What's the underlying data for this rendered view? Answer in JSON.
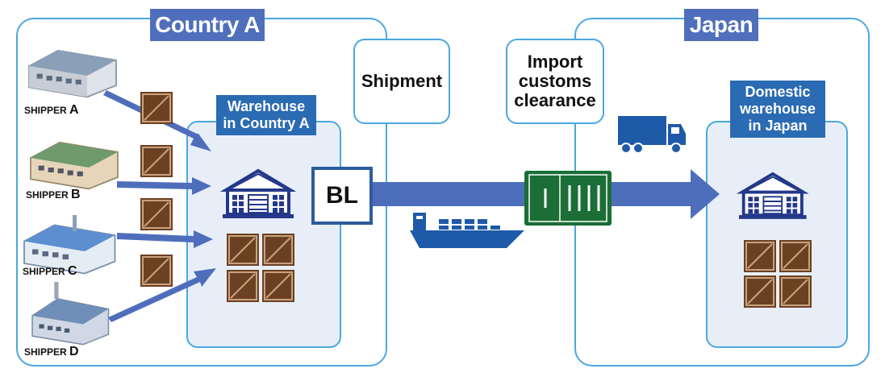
{
  "regions": {
    "origin_title": "Country A",
    "destination_title": "Japan"
  },
  "steps": {
    "shipment": "Shipment",
    "customs": "Import customs clearance"
  },
  "warehouses": {
    "origin": "Warehouse in Country A",
    "destination": "Domestic warehouse in Japan"
  },
  "bl_label": "BL",
  "shippers": [
    {
      "prefix": "SHIPPER ",
      "letter": "A"
    },
    {
      "prefix": "SHIPPER ",
      "letter": "B"
    },
    {
      "prefix": "SHIPPER ",
      "letter": "C"
    },
    {
      "prefix": "SHIPPER ",
      "letter": "D"
    }
  ],
  "colors": {
    "region_border": "#4aa8df",
    "title_tag": "#4f6fbd",
    "warehouse_tag": "#2a6bb3",
    "arrow": "#4e6ebc",
    "crate": "#6b4123",
    "container": "#1b6e36"
  }
}
